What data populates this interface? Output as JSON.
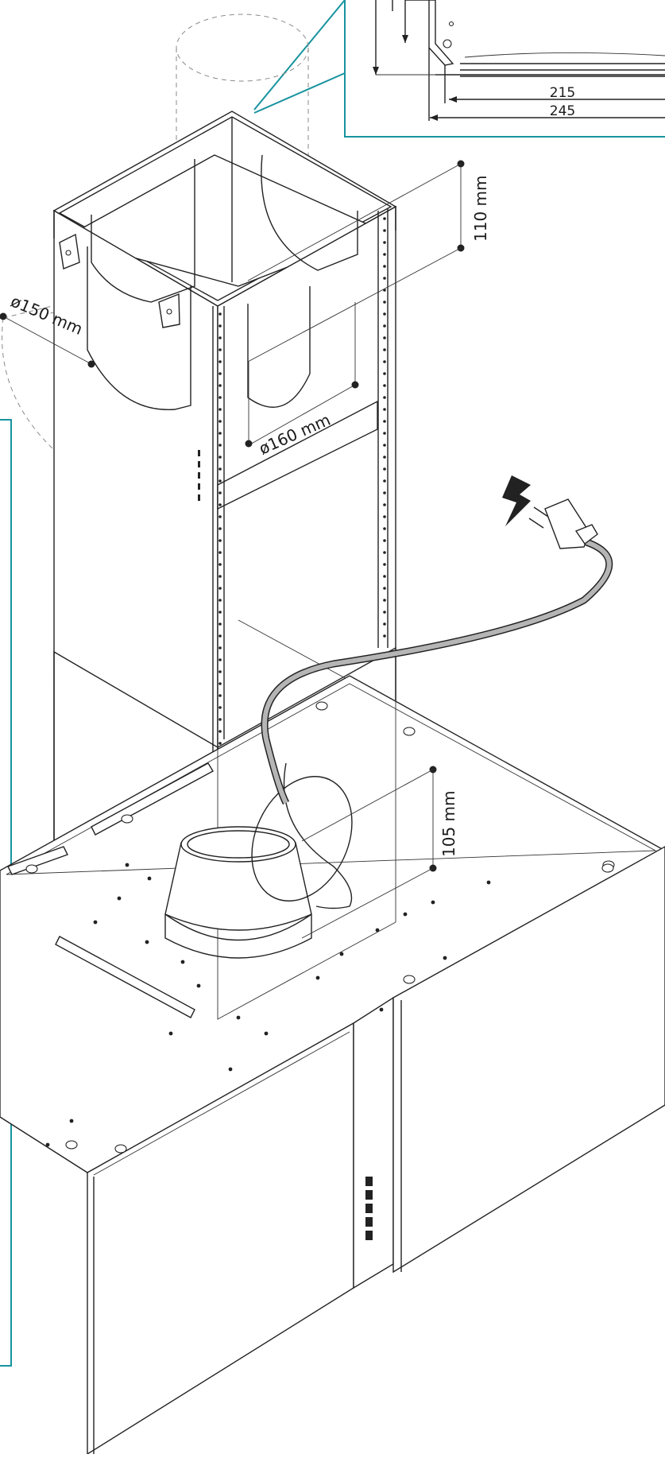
{
  "dimensions": {
    "d150": "ø150 mm",
    "d160": "ø160 mm",
    "h110": "110 mm",
    "h105": "105 mm",
    "w215": "215",
    "w245": "245"
  },
  "colors": {
    "leader": "#17939f",
    "line": "#222222",
    "cable": "#b5b5b5"
  },
  "icons": {
    "power": "lightning-bolt-icon",
    "plug": "power-plug-icon"
  }
}
